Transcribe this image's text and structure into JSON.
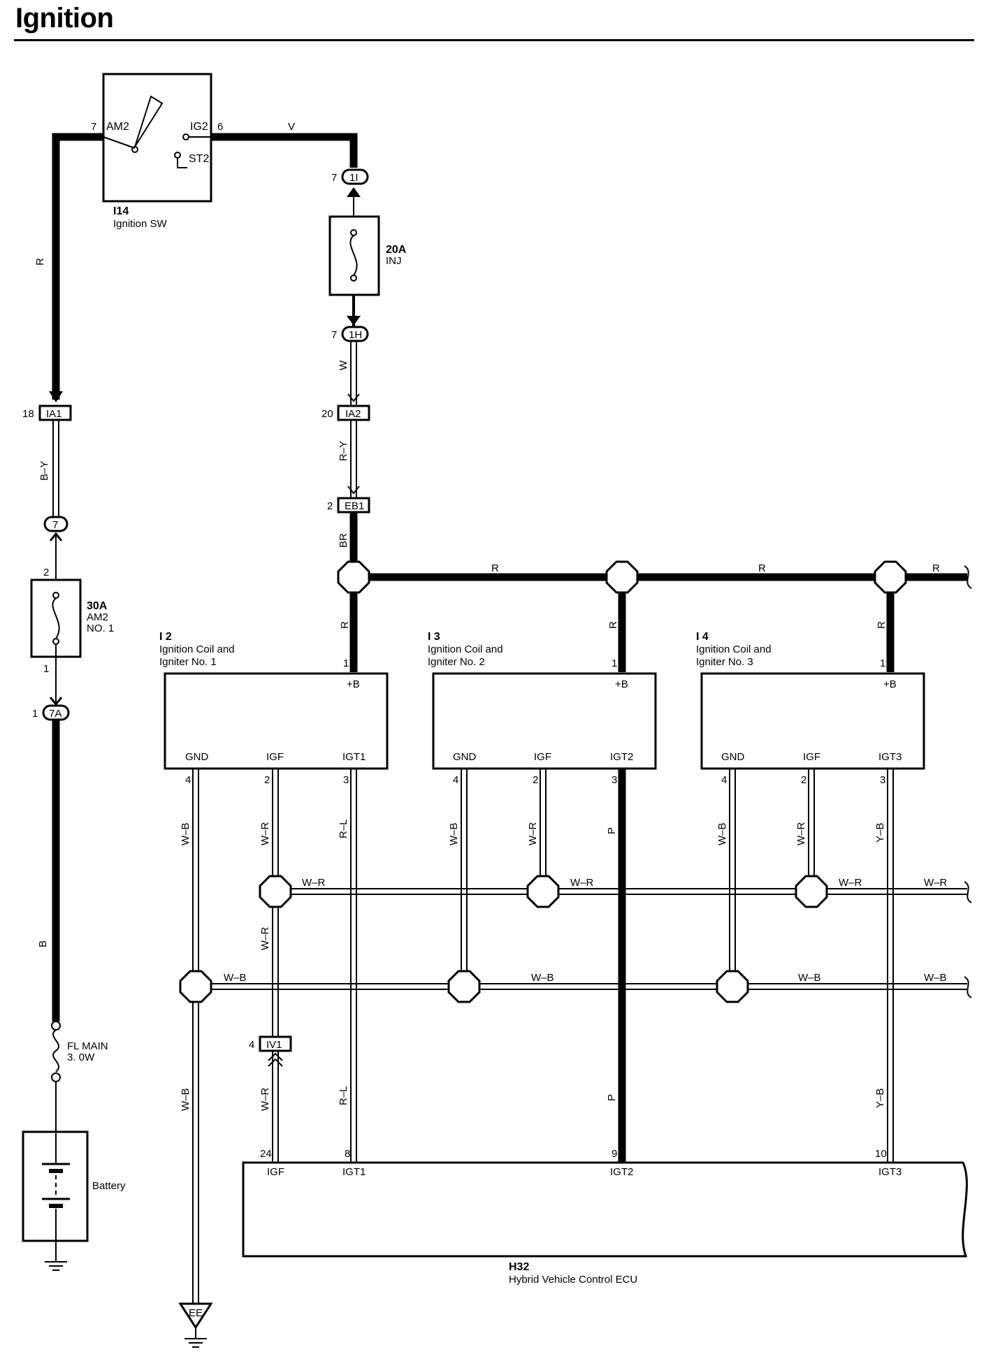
{
  "title": "Ignition",
  "components": {
    "ignition_sw": {
      "code": "I14",
      "name": "Ignition SW",
      "terminals": {
        "am2_pin": "7",
        "am2": "AM2",
        "ig2": "IG2",
        "ig2_pin": "6",
        "st2": "ST2"
      }
    },
    "fuse_inj": {
      "rating": "20A",
      "name": "INJ"
    },
    "fuse_am2": {
      "rating": "30A",
      "name": "AM2",
      "no": "NO. 1",
      "pin_top": "2",
      "pin_bottom": "1"
    },
    "fusible_link": {
      "name": "FL MAIN",
      "rating": "3. 0W"
    },
    "battery": {
      "name": "Battery"
    },
    "ground_ee": {
      "label": "EE"
    },
    "coils": [
      {
        "code": "I 2",
        "name1": "Ignition Coil and",
        "name2": "Igniter No. 1",
        "plus_b": "+B",
        "pin_b": "1",
        "gnd": "GND",
        "igf": "IGF",
        "igt": "IGT1",
        "pin_gnd": "4",
        "pin_igf": "2",
        "pin_igt": "3"
      },
      {
        "code": "I 3",
        "name1": "Ignition Coil and",
        "name2": "Igniter No. 2",
        "plus_b": "+B",
        "pin_b": "1",
        "gnd": "GND",
        "igf": "IGF",
        "igt": "IGT2",
        "pin_gnd": "4",
        "pin_igf": "2",
        "pin_igt": "3"
      },
      {
        "code": "I 4",
        "name1": "Ignition Coil and",
        "name2": "Igniter No. 3",
        "plus_b": "+B",
        "pin_b": "1",
        "gnd": "GND",
        "igf": "IGF",
        "igt": "IGT3",
        "pin_gnd": "4",
        "pin_igf": "2",
        "pin_igt": "3"
      }
    ],
    "ecu": {
      "code": "H32",
      "name": "Hybrid Vehicle Control ECU",
      "terminals": [
        {
          "pin": "24",
          "label": "IGF"
        },
        {
          "pin": "8",
          "label": "IGT1"
        },
        {
          "pin": "9",
          "label": "IGT2"
        },
        {
          "pin": "10",
          "label": "IGT3"
        }
      ]
    }
  },
  "connectors": {
    "c1I": {
      "label": "1I",
      "pin": "7"
    },
    "c1H": {
      "label": "1H",
      "pin": "7"
    },
    "cIA1": {
      "label": "IA1",
      "pin": "18"
    },
    "cIA2": {
      "label": "IA2",
      "pin": "20"
    },
    "cEB1": {
      "label": "EB1",
      "pin": "2"
    },
    "c7": {
      "label": "7"
    },
    "c7A": {
      "label": "7A",
      "pin": "1"
    },
    "cIV1": {
      "label": "IV1",
      "pin": "4"
    }
  },
  "wire_colors": {
    "v": "V",
    "r": "R",
    "w": "W",
    "ry": "R–Y",
    "by": "B–Y",
    "br": "BR",
    "b": "B",
    "wb": "W–B",
    "wr": "W–R",
    "rl": "R–L",
    "p": "P",
    "yb": "Y–B"
  }
}
